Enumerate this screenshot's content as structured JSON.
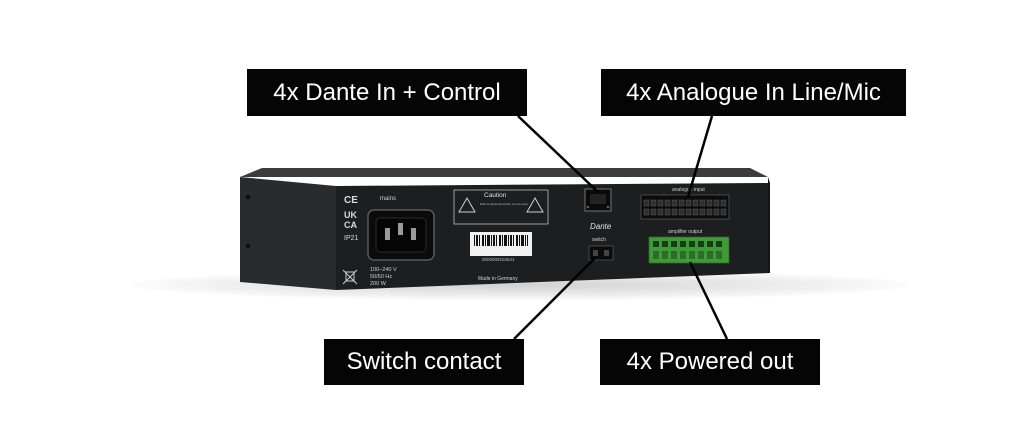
{
  "callouts": {
    "dante_in": "4x Dante In + Control",
    "analogue_in": "4x Analogue In Line/Mic",
    "switch_contact": "Switch contact",
    "powered_out": "4x Powered out"
  },
  "device": {
    "mains_label": "mains",
    "compliance_ce": "CE",
    "compliance_uk": "UK",
    "compliance_ca": "CA",
    "ip_rating": "IP21",
    "power_spec_1": "100–240 V",
    "power_spec_2": "50/60 Hz",
    "power_spec_3": "200 W",
    "caution_title": "Caution",
    "caution_text": "Risk of electrical shock, do not open",
    "barcode_number": "0000000104541",
    "made_in": "Made in Germany",
    "dante_logo": "Dante",
    "switch_label": "switch",
    "analogue_label": "analogue input",
    "amplifier_label": "amplifier output"
  },
  "colors": {
    "callout_bg": "#050505",
    "callout_text": "#ffffff",
    "chassis_top": "#2c2e31",
    "chassis_back": "#1c1d1f",
    "terminal_green": "#3f9a3a"
  }
}
